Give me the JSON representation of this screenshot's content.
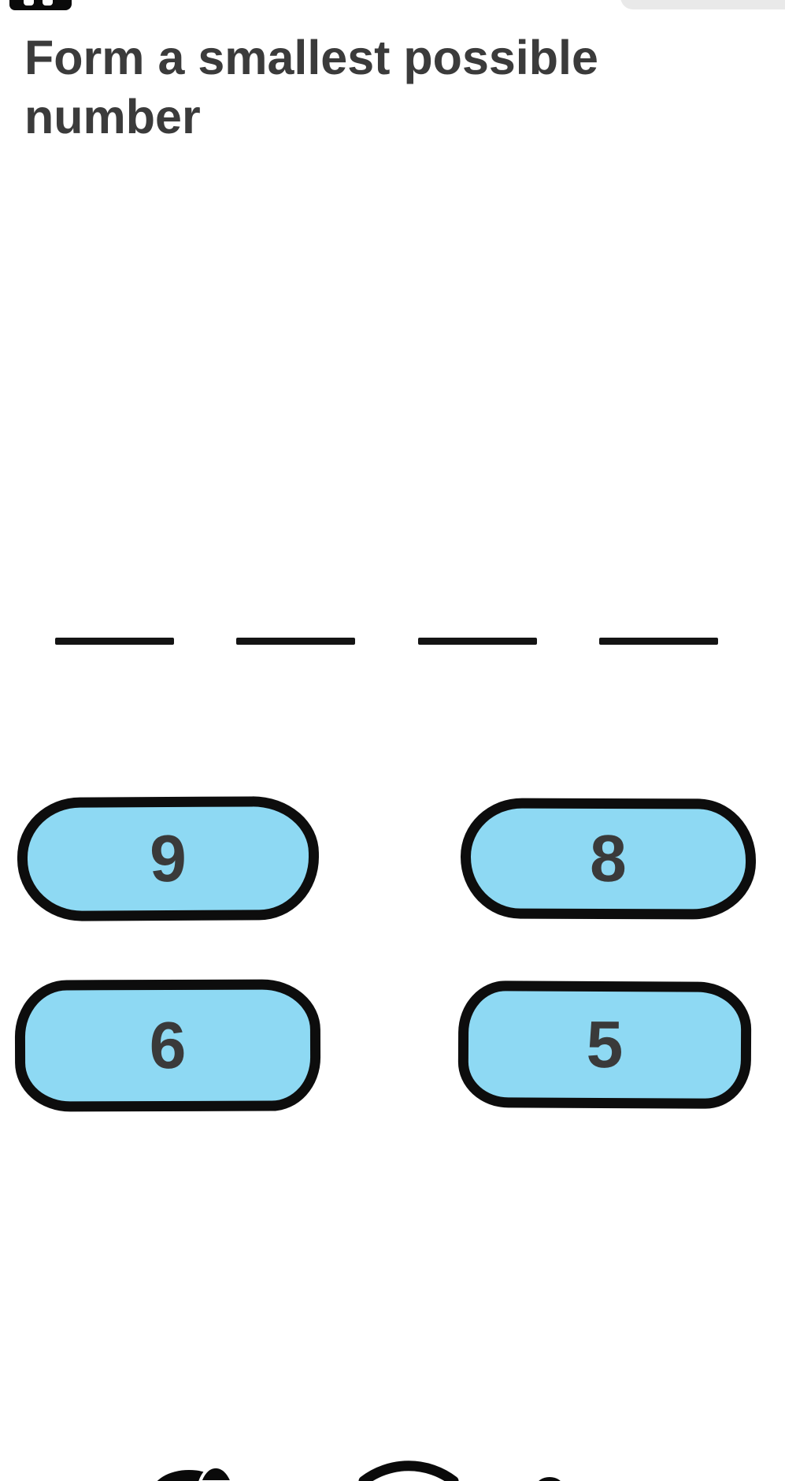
{
  "question": {
    "title": "Form a smallest possible number",
    "title_lines": [
      "Form a smallest possible",
      "number"
    ]
  },
  "answer": {
    "slot_count": 4,
    "slots": [
      "",
      "",
      "",
      ""
    ]
  },
  "tiles": [
    {
      "label": "9"
    },
    {
      "label": "8"
    },
    {
      "label": "6"
    },
    {
      "label": "5"
    }
  ],
  "header": {
    "left_icon": "levels-menu-icon-fragment",
    "right_button": "hint-pill-fragment"
  },
  "colors": {
    "background": "#FFFFFF",
    "title_text": "#3B3B3B",
    "slot_line": "#141414",
    "tile_fill": "#8ED9F3",
    "tile_border": "#0D0D0D",
    "digit": "#3A3A3A",
    "top_pill_bg": "#E9E9E9",
    "fragment_black": "#0A0A0A"
  }
}
